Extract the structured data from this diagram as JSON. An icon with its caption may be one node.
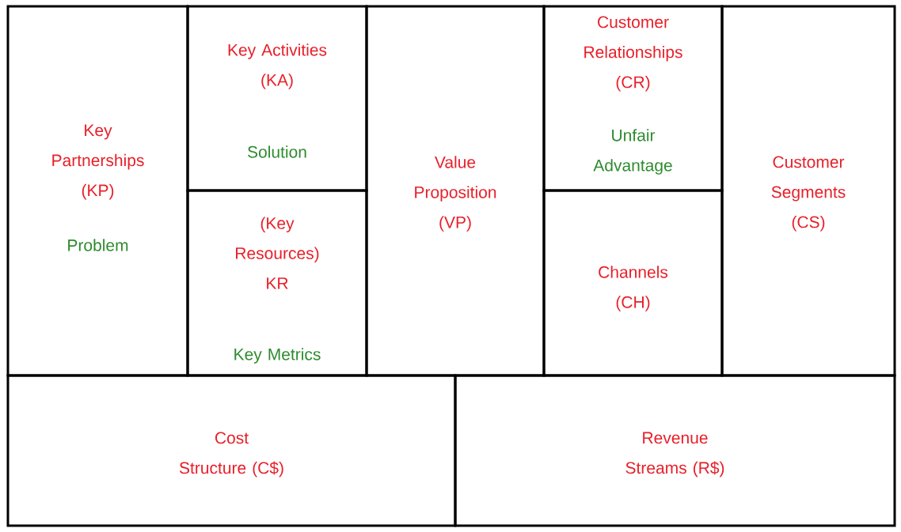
{
  "diagram": {
    "nodes": [
      {
        "text": [
          "Key Partnerships (KP)",
          "Problem"
        ]
      },
      {
        "text": [
          "Key Activities (KA)",
          "Solution"
        ]
      },
      {
        "text": [
          "Value Proposition (VP)"
        ]
      },
      {
        "text": [
          "Customer Relationships (CR)",
          "Unfair Advantage"
        ]
      },
      {
        "text": [
          "Customer Segments (CS)"
        ]
      },
      {
        "text": [
          "(Key Resources) KR",
          "Key Metrics"
        ]
      },
      {
        "text": [
          "Channels (CH)"
        ]
      },
      {
        "text": [
          "Cost Structure (C$)"
        ]
      },
      {
        "text": [
          "Revenue Streams (R$)"
        ]
      }
    ]
  }
}
